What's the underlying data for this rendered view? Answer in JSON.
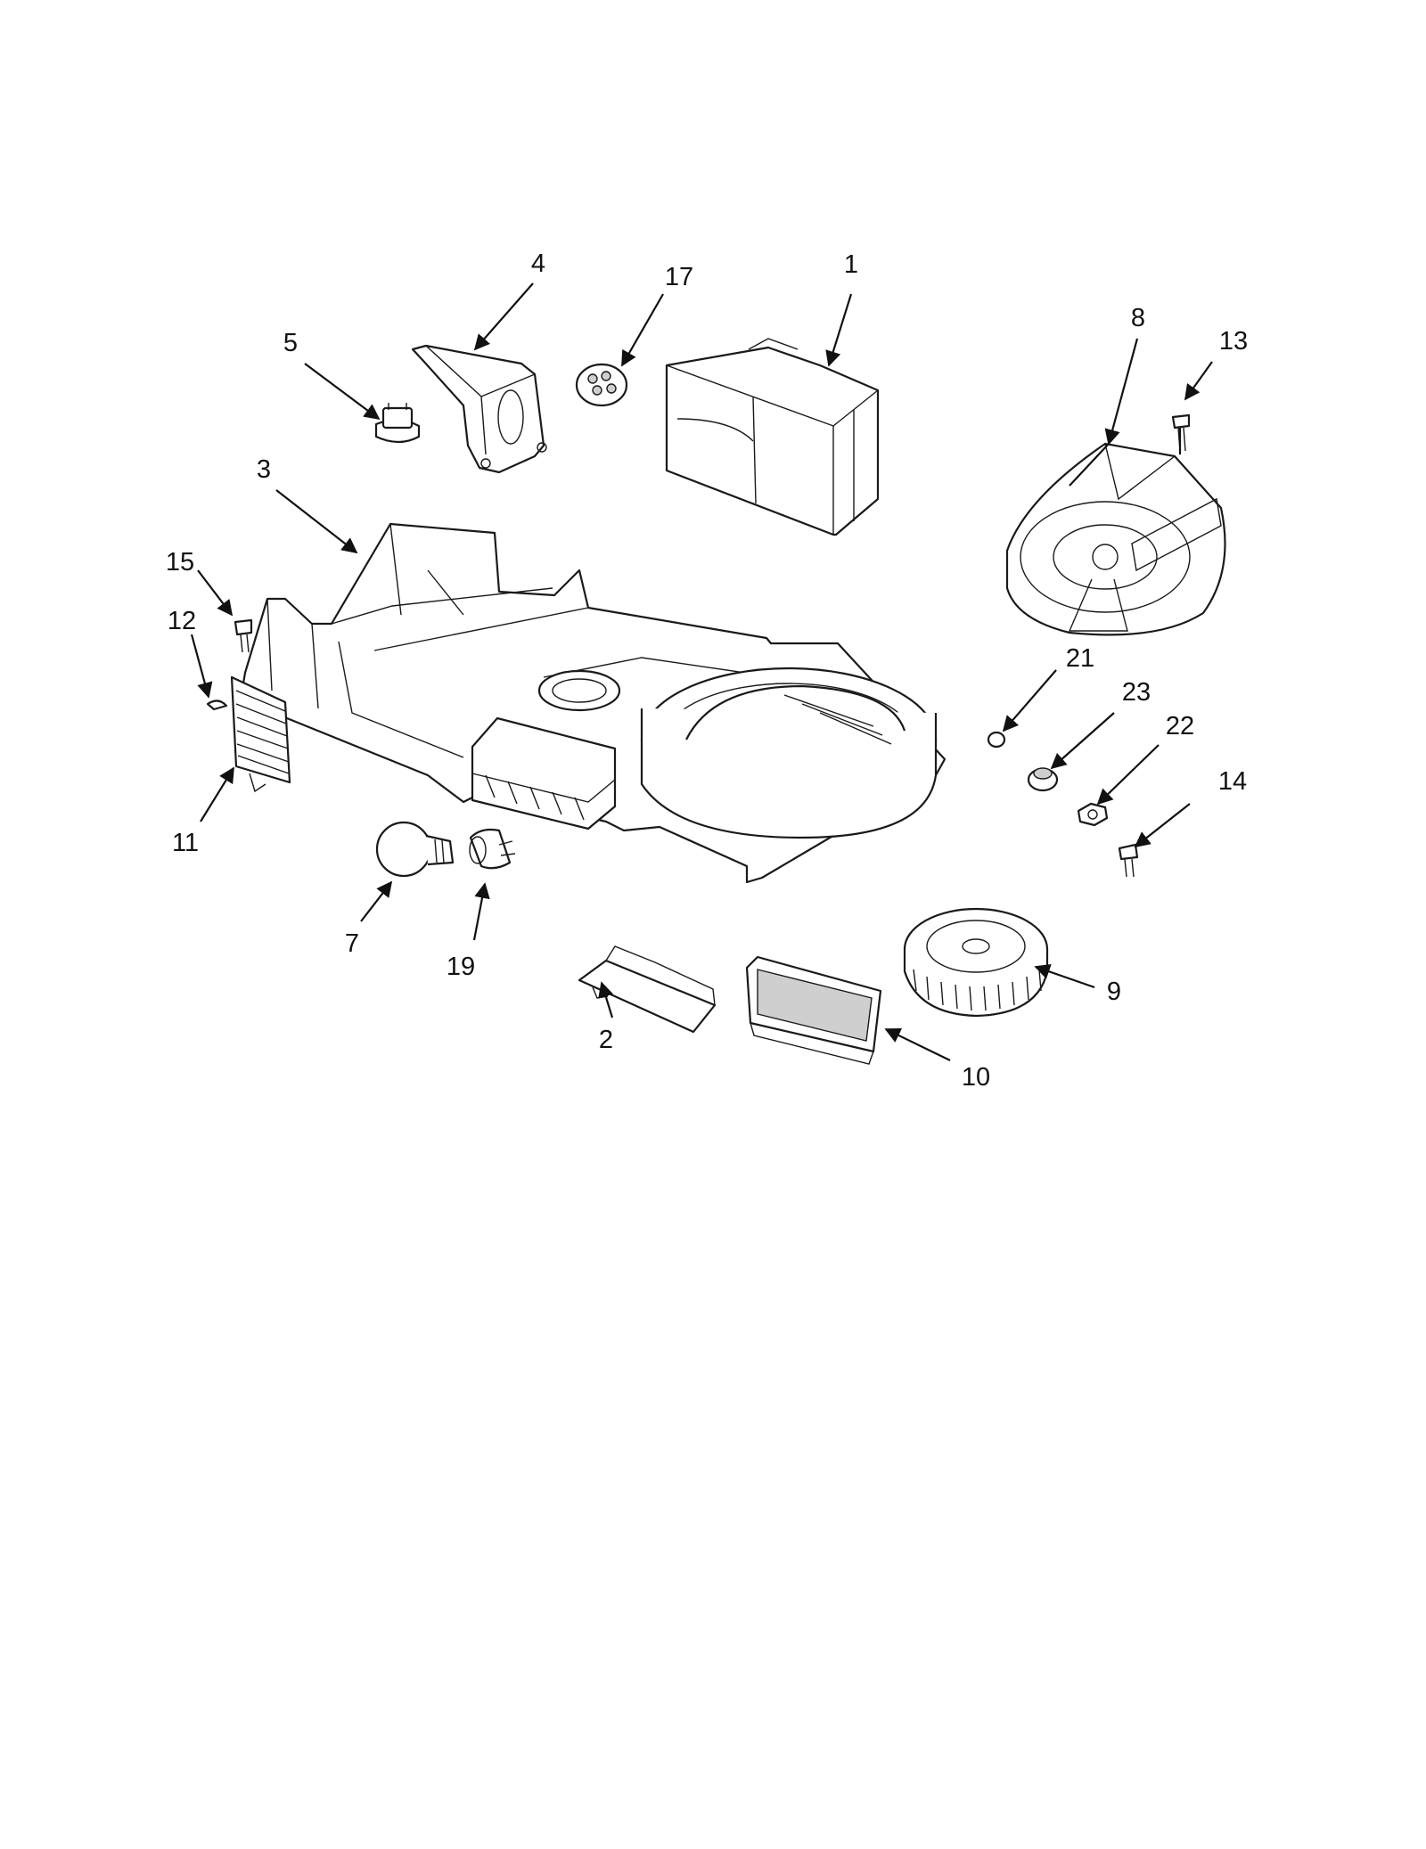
{
  "diagram": {
    "callouts": [
      {
        "id": "1",
        "label": "1"
      },
      {
        "id": "2",
        "label": "2"
      },
      {
        "id": "3",
        "label": "3"
      },
      {
        "id": "4",
        "label": "4"
      },
      {
        "id": "5",
        "label": "5"
      },
      {
        "id": "7",
        "label": "7"
      },
      {
        "id": "8",
        "label": "8"
      },
      {
        "id": "9",
        "label": "9"
      },
      {
        "id": "10",
        "label": "10"
      },
      {
        "id": "11",
        "label": "11"
      },
      {
        "id": "12",
        "label": "12"
      },
      {
        "id": "13",
        "label": "13"
      },
      {
        "id": "14",
        "label": "14"
      },
      {
        "id": "15",
        "label": "15"
      },
      {
        "id": "17",
        "label": "17"
      },
      {
        "id": "19",
        "label": "19"
      },
      {
        "id": "21",
        "label": "21"
      },
      {
        "id": "22",
        "label": "22"
      },
      {
        "id": "23",
        "label": "23"
      }
    ]
  }
}
